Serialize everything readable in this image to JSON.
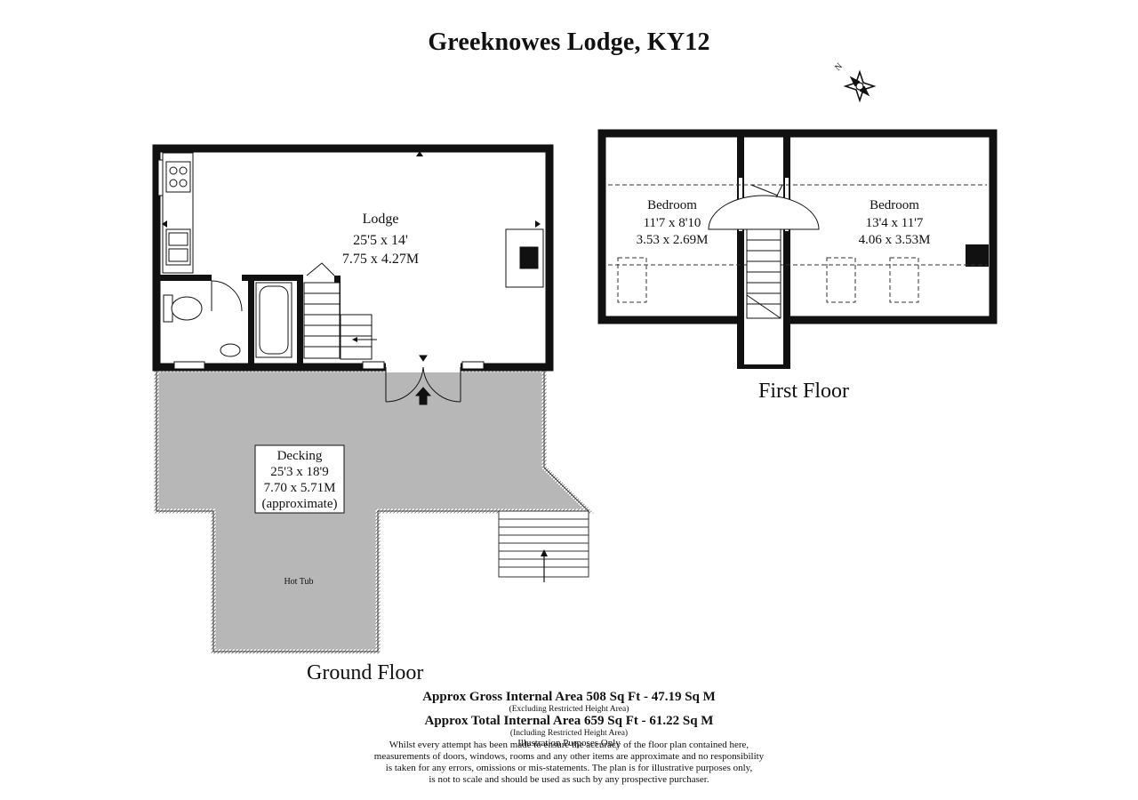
{
  "title": "Greeknowes Lodge, KY12",
  "compass": {
    "label": "N"
  },
  "rooms": {
    "lodge": {
      "name": "Lodge",
      "imperial": "25'5 x 14'",
      "metric": "7.75 x 4.27M"
    },
    "bedroom1": {
      "name": "Bedroom",
      "imperial": "11'7 x 8'10",
      "metric": "3.53 x 2.69M"
    },
    "bedroom2": {
      "name": "Bedroom",
      "imperial": "13'4 x 11'7",
      "metric": "4.06 x 3.53M"
    },
    "decking": {
      "name": "Decking",
      "imperial": "25'3 x 18'9",
      "metric": "7.70 x 5.71M",
      "note": "(approximate)"
    },
    "hot_tub": {
      "name": "Hot Tub"
    }
  },
  "floors": {
    "ground": "Ground Floor",
    "first": "First Floor"
  },
  "areas": {
    "gross": "Approx Gross Internal Area 508  Sq Ft  - 47.19 Sq M",
    "gross_note": "(Excluding Restricted Height Area)",
    "total": "Approx Total Internal Area 659 Sq Ft  - 61.22 Sq M",
    "total_note": "(Including Restricted Height Area)",
    "illustration": "Illustration Purposes Only"
  },
  "disclaimer": [
    "Whilst every attempt has been made to ensure the accuracy of the floor plan contained here,",
    "measurements of doors, windows, rooms and any other items are approximate and no responsibility",
    "is taken for any errors, omissions or mis-statements. The plan is for illustrative purposes only,",
    "is not to scale and should be used as such by any prospective purchaser."
  ]
}
